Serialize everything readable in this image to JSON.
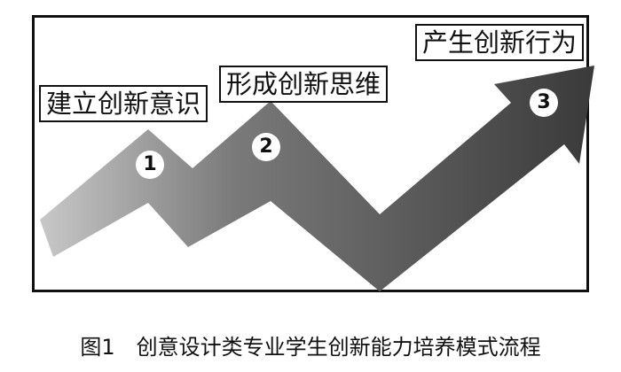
{
  "diagram": {
    "steps": [
      {
        "number": "1",
        "label": "建立创新意识"
      },
      {
        "number": "2",
        "label": "形成创新思维"
      },
      {
        "number": "3",
        "label": "产生创新行为"
      }
    ],
    "colors": {
      "arrow_light": "#c8c8c8",
      "arrow_dark": "#3a3a3a",
      "frame": "#111111"
    }
  },
  "caption": {
    "figure_number": "图1",
    "title": "创意设计类专业学生创新能力培养模式流程"
  }
}
